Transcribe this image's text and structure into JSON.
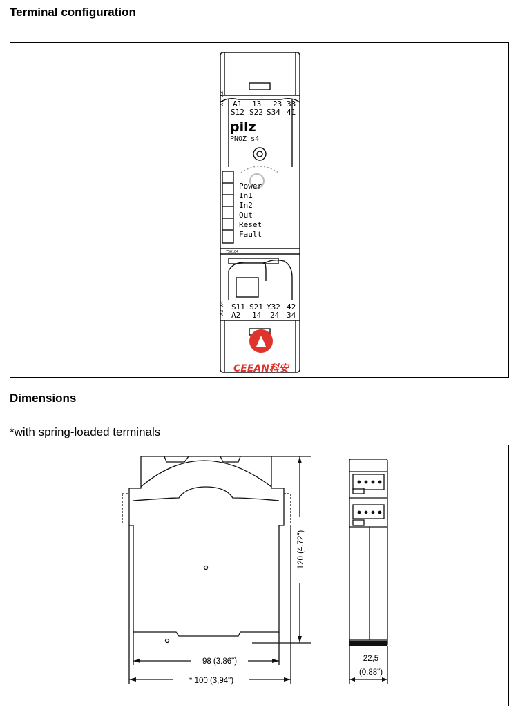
{
  "section1": {
    "heading": "Terminal configuration",
    "device": {
      "top_terminals_row1": [
        "A1",
        "13",
        "23",
        "33"
      ],
      "top_terminals_row2": [
        "S12",
        "S22",
        "S34",
        "41"
      ],
      "top_side_label": "X1 X2",
      "brand": "pilz",
      "model": "PNOZ s4",
      "led_labels": [
        "Power",
        "In1",
        "In2",
        "Out",
        "Reset",
        "Fault"
      ],
      "bottom_terminals_row1": [
        "S11",
        "S21",
        "Y32",
        "42"
      ],
      "bottom_terminals_row2": [
        "A2",
        "14",
        "24",
        "34"
      ],
      "bottom_side_label": "X3 X4",
      "small_code": "750104"
    },
    "watermark_text": "CEEAN科安"
  },
  "section2": {
    "heading": "Dimensions",
    "note": "*with spring-loaded terminals",
    "dim_depth_98": "98 (3.86\")",
    "dim_depth_100": "* 100 (3,94\")",
    "dim_height": "120 (4.72\")",
    "dim_width_value": "22,5",
    "dim_width_inch": "(0.88\")"
  },
  "colors": {
    "watermark_red": "#e0332d"
  },
  "icons": [
    "potentiometer-icon",
    "led-strip-icon",
    "watermark-logo-icon"
  ]
}
